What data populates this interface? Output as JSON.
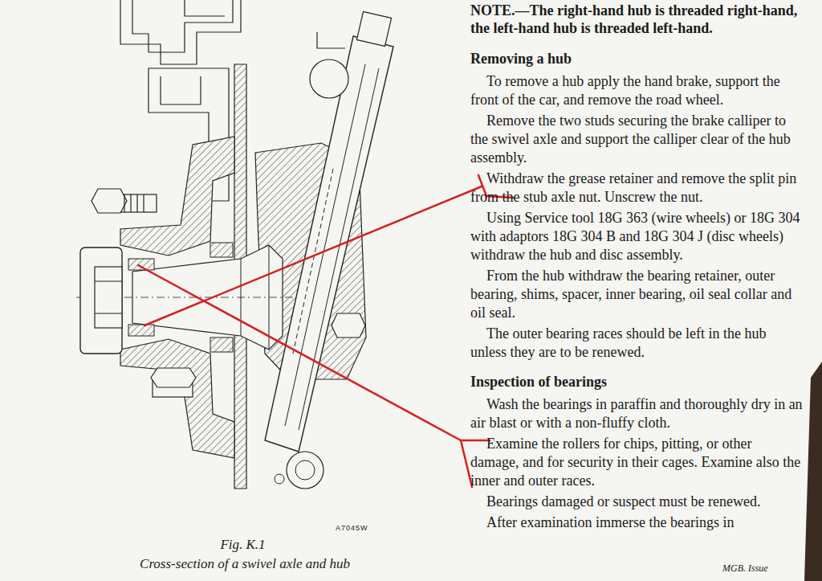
{
  "diagram": {
    "caption": "Cross-section of a swivel axle and hub",
    "labels": [
      "NOTE.—The right-hand hub is threaded right-hand, the left-hand hub is threaded left-hand.",
      "Removing a hub",
      "To remove a hub apply the hand brake, support the front of the car, and remove the road wheel.",
      "Remove the two studs securing the brake calliper to the swivel axle and support the calliper clear of the hub assembly.",
      "Withdraw the grease retainer and remove the split pin from the stub axle nut. Unscrew the nut.",
      "Using Service tool 18G 363 (wire wheels) or 18G 304 with adaptors 18G 304 B and 18G 304 J (disc wheels) withdraw the hub and disc assembly.",
      "From the hub withdraw the bearing retainer, outer bearing, shims, spacer, inner bearing, oil seal collar and oil seal.",
      "The outer bearing races should be left in the hub unless they are to be renewed.",
      "Inspection of bearings",
      "Wash the bearings in paraffin and thoroughly dry in an air blast or with a non-fluffy cloth.",
      "Examine the rollers for chips, pitting, or other damage, and for security in their cages. Examine also the inner and outer races.",
      "Bearings damaged or suspect must be renewed.",
      "After examination immerse the bearings in",
      "Fig. K.1",
      "A7045W",
      "MGB. Issue"
    ]
  }
}
